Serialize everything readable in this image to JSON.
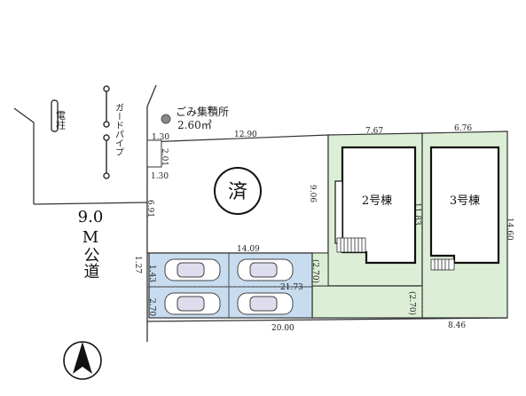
{
  "labels": {
    "utility_pole": "電柱",
    "guard_pipe": "ガードパイプ",
    "garbage": "ごみ集積所",
    "garbage_area": "2.60㎡",
    "sold_mark": "済",
    "road_width": "9.0",
    "road_unit": "M",
    "road_name": "公道",
    "house_2": "2号棟",
    "house_3": "3号棟"
  },
  "dimensions": {
    "d_130_top": "1.30",
    "d_201": "2.01",
    "d_130_bottom": "1.30",
    "d_1290": "12.90",
    "d_767": "7.67",
    "d_676": "6.76",
    "d_906": "9.06",
    "d_1183": "11.83",
    "d_1460": "14.60",
    "d_691": "6.91",
    "d_1409": "14.09",
    "d_127": "1.27",
    "d_143": "1.43",
    "d_270_left": "2.70",
    "d_270_mid": "(2.70)",
    "d_2173": "21.73",
    "d_270_right": "(2.70)",
    "d_2000": "20.00",
    "d_846": "8.46"
  },
  "colors": {
    "lot_green": "#dcefd6",
    "parking_blue": "#c7dcef",
    "line": "#333333"
  }
}
